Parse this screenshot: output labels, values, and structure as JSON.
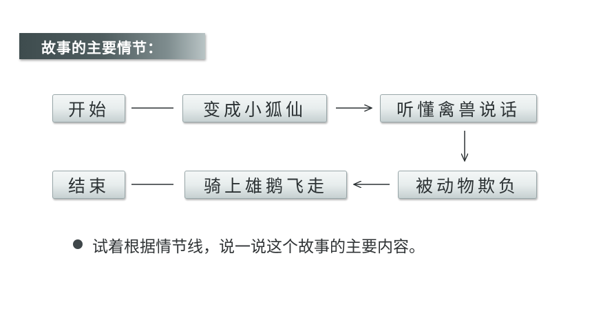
{
  "title": "故事的主要情节：",
  "nodes": [
    {
      "id": "start",
      "label": "开始"
    },
    {
      "id": "become-fox",
      "label": "变成小狐仙"
    },
    {
      "id": "understand-animals",
      "label": "听懂禽兽说话"
    },
    {
      "id": "bullied",
      "label": "被动物欺负"
    },
    {
      "id": "ride-goose",
      "label": "骑上雄鹅飞走"
    },
    {
      "id": "end",
      "label": "结束"
    }
  ],
  "prompt": "试着根据情节线，说一说这个故事的主要内容。"
}
